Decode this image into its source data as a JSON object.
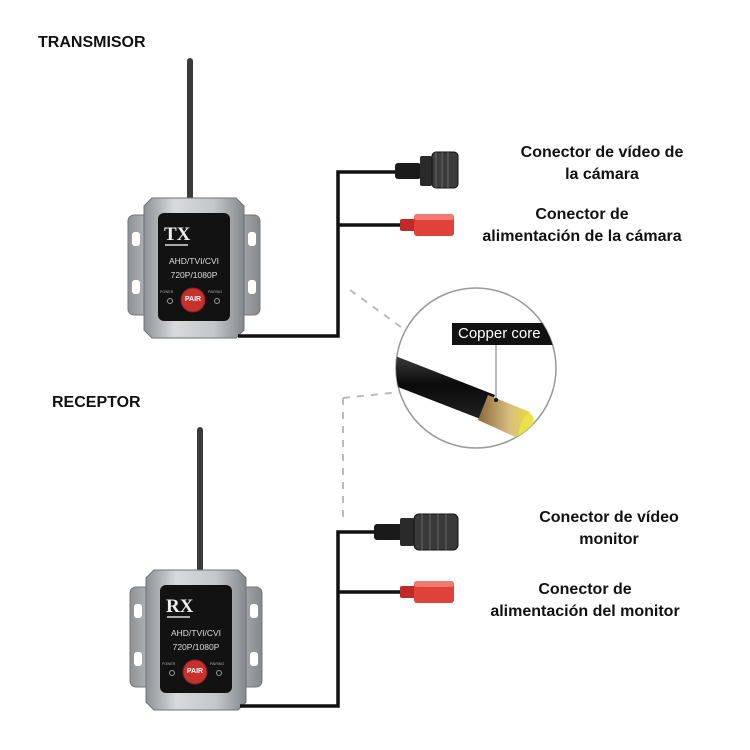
{
  "transmitter": {
    "heading": "TRANSMISOR",
    "device_code": "TX",
    "format": "AHD/TVI/CVI",
    "resolution": "720P/1080P",
    "button": "PAIR",
    "led_left": "POWER",
    "led_right": "PAIRING",
    "video_label": [
      "Conector de vídeo de",
      "la cámara"
    ],
    "power_label": [
      "Conector de",
      "alimentación de la cámara"
    ]
  },
  "receiver": {
    "heading": "RECEPTOR",
    "device_code": "RX",
    "format": "AHD/TVI/CVI",
    "resolution": "720P/1080P",
    "button": "PAIR",
    "led_left": "POWER",
    "led_right": "PAIRING",
    "video_label": [
      "Conector de vídeo",
      "monitor"
    ],
    "power_label": [
      "Conector de",
      "alimentación del monitor"
    ]
  },
  "detail": {
    "callout": "Copper core"
  },
  "colors": {
    "cable": "#111111",
    "red_plug": "#d9302c",
    "metal": "#b9bcbf",
    "copper": "#c8a870"
  }
}
